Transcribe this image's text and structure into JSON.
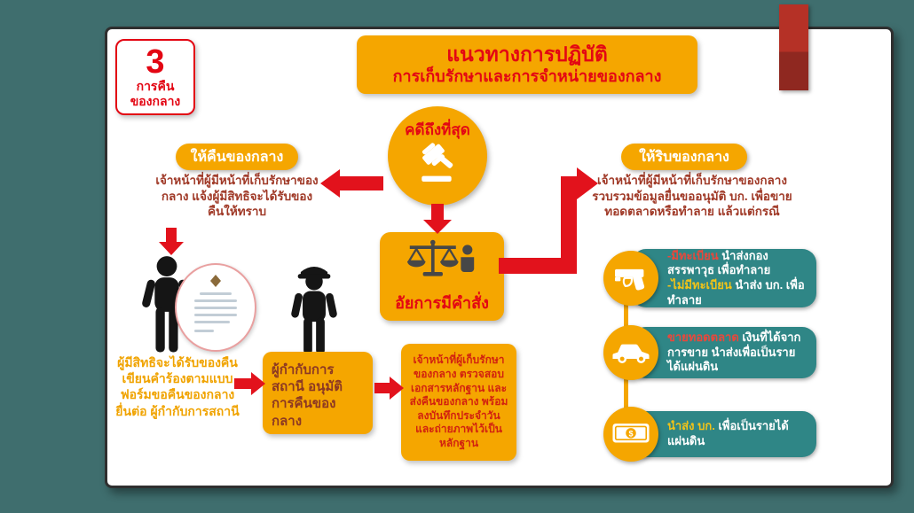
{
  "slide": {
    "badge": {
      "number": "3",
      "label_line1": "การคืน",
      "label_line2": "ของกลาง"
    },
    "title": {
      "line1": "แนวทางการปฏิบัติ",
      "line2": "การเก็บรักษาและการจำหน่ายของกลาง"
    }
  },
  "flow": {
    "start_node": {
      "label": "คดีถึงที่สุด",
      "icon": "gavel-icon"
    },
    "decision_node": {
      "label": "อัยการมีคำสั่ง",
      "icon": "scales-icon"
    }
  },
  "return_branch": {
    "header": "ให้คืนของกลาง",
    "description": "เจ้าหน้าที่ผู้มีหน้าที่เก็บรักษาของกลาง แจ้งผู้มีสิทธิจะได้รับของคืนให้ทราบ",
    "figures": [
      "person-icon",
      "request-form-icon",
      "police-officer-icon"
    ],
    "steps": [
      {
        "text": "ผู้มีสิทธิจะได้รับของคืน เขียนคำร้องตามแบบฟอร์มขอคืนของกลาง ยื่นต่อ ผู้กำกับการสถานี"
      },
      {
        "text": "ผู้กำกับการสถานี อนุมัติการคืนของกลาง"
      },
      {
        "text": "เจ้าหน้าที่ผู้เก็บรักษาของกลาง ตรวจสอบเอกสารหลักฐาน และส่งคืนของกลาง พร้อมลงบันทึกประจำวัน และถ่ายภาพไว้เป็นหลักฐาน"
      }
    ]
  },
  "forfeit_branch": {
    "header": "ให้ริบของกลาง",
    "description": "เจ้าหน้าที่ผู้มีหน้าที่เก็บรักษาของกลาง รวบรวมข้อมูลยื่นขออนุมัติ บก. เพื่อขายทอดตลาดหรือทำลาย แล้วแต่กรณี",
    "items": [
      {
        "icon": "gun-icon",
        "seg1_highlight": "-มีทะเบียน",
        "seg1_text": " นำส่งกองสรรพาวุธ เพื่อทำลาย",
        "seg2_highlight": "-ไม่มีทะเบียน",
        "seg2_text": " นำส่ง บก. เพื่อทำลาย"
      },
      {
        "icon": "car-icon",
        "seg1_highlight": "ขายทอดตลาด",
        "seg1_text": " เงินที่ได้จากการขาย นำส่งเพื่อเป็นรายได้แผ่นดิน"
      },
      {
        "icon": "money-icon",
        "seg1_highlight": "นำส่ง บก.",
        "seg1_text": " เพื่อเป็นรายได้แผ่นดิน"
      }
    ]
  },
  "icons": {
    "money_symbol": "$"
  },
  "colors": {
    "background_teal": "#3f6e6e",
    "panel_white": "#ffffff",
    "accent_orange": "#f5a600",
    "arrow_red": "#e2121c",
    "title_red": "#e30613",
    "teal_pill": "#2f8686",
    "maroon_text": "#a03a28",
    "dark_red_bar": "#a93126",
    "highlight_yellow": "#f2c318",
    "highlight_red": "#e8483c"
  }
}
